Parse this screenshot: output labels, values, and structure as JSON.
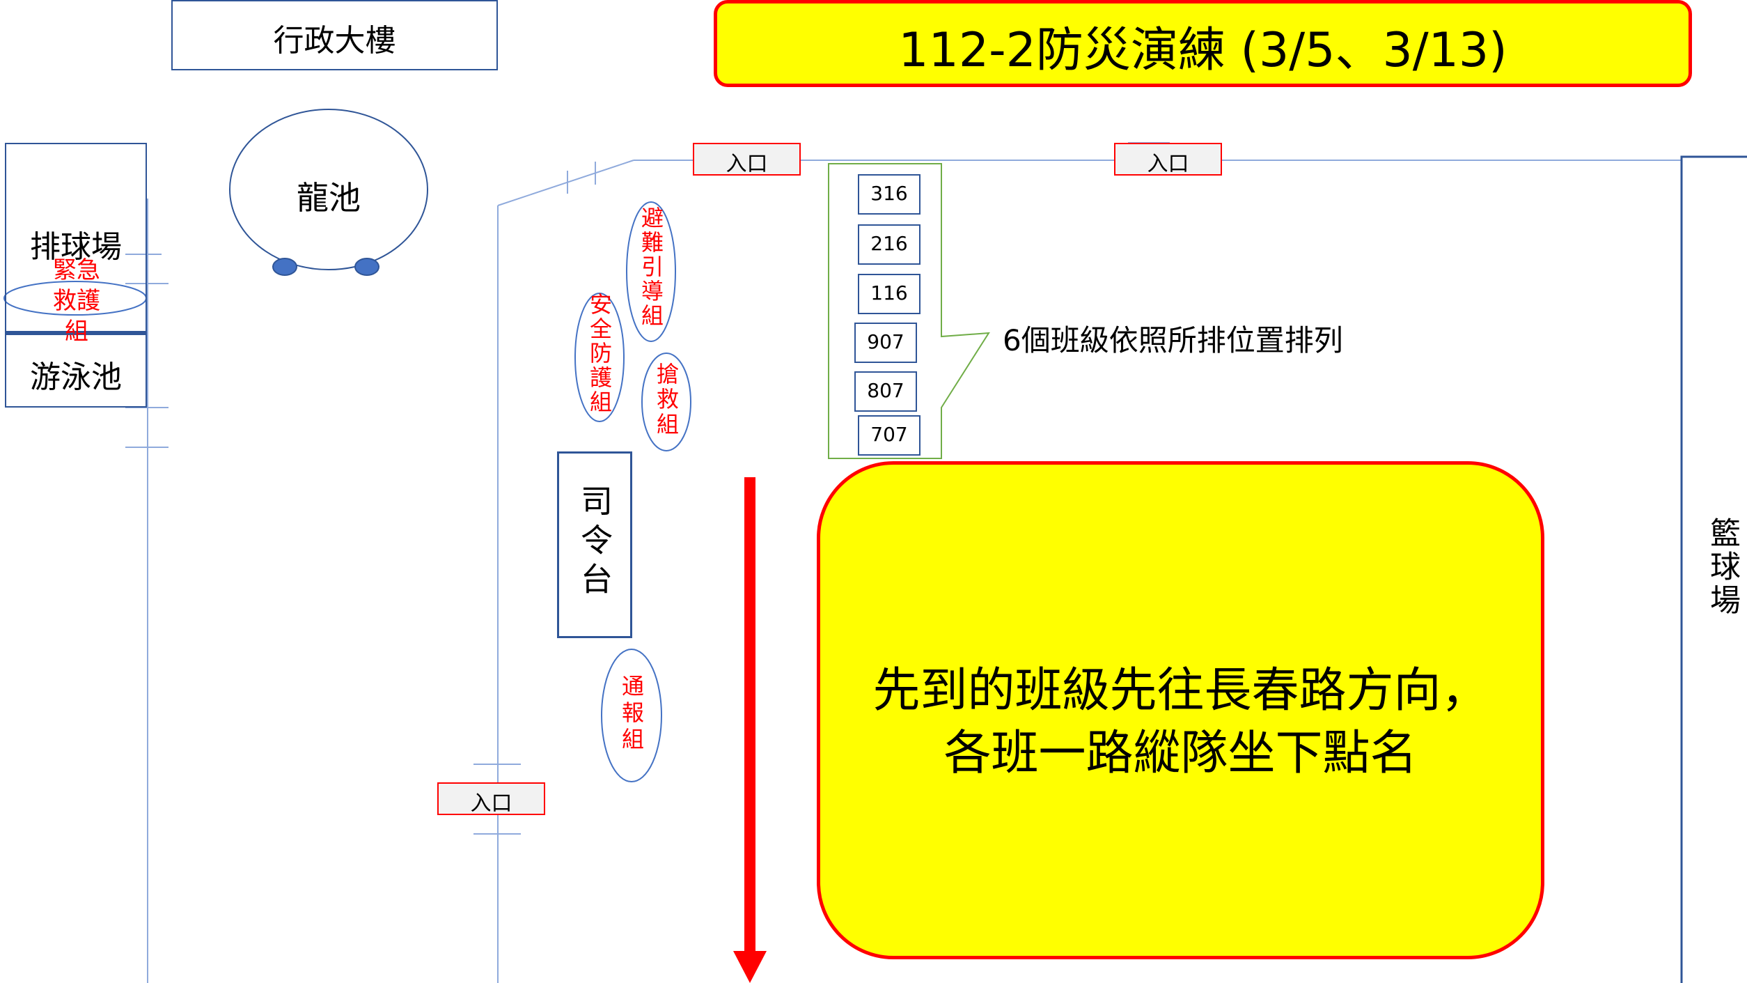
{
  "title": "112-2防災演練 (3/5、3/13)",
  "colors": {
    "highlight_fill": "#ffff00",
    "alert_red": "#ff0000",
    "line_blue": "#8faadc",
    "building_blue": "#2f5597",
    "group_oval": "#4472c4",
    "callout_green": "#70ad47"
  },
  "buildings": {
    "admin": "行政大樓",
    "pond": "龍池",
    "volleyball": "排球場",
    "pool": "游泳池",
    "podium": "司令台",
    "basketball": "籃球場"
  },
  "entrances": [
    "入口",
    "入口",
    "入口"
  ],
  "groups": {
    "emergency_rescue": "緊急救護組",
    "evacuation_guide": "避難引導組",
    "safety_protection": "安全防護組",
    "rescue": "搶救組",
    "notification": "通報組"
  },
  "classes": [
    "316",
    "216",
    "116",
    "907",
    "807",
    "707"
  ],
  "callout": "6個班級依照所排位置排列",
  "instruction": {
    "line1": "先到的班級先往長春路方向，",
    "line2": "各班一路縱隊坐下點名"
  },
  "icons": {
    "direction": "down-arrow-icon"
  }
}
